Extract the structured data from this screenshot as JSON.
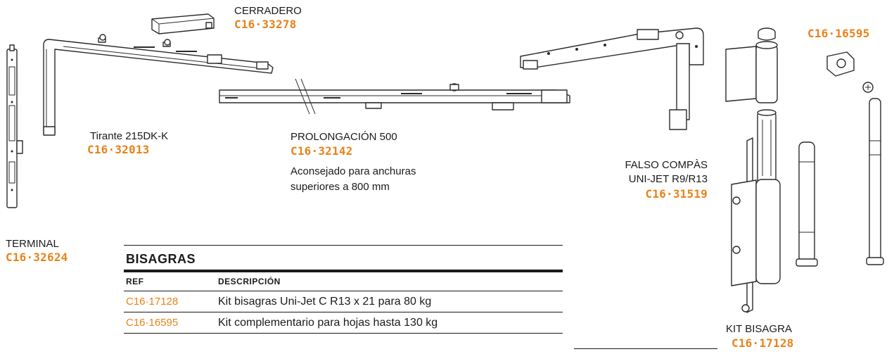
{
  "labels": {
    "cerradero": {
      "name": "CERRADERO",
      "code": "C16·33278"
    },
    "tirante": {
      "name": "Tirante 215DK-K",
      "code": "C16·32013"
    },
    "prolongacion": {
      "name": "PROLONGACIÓN 500",
      "code": "C16·32142",
      "note1": "Aconsejado para anchuras",
      "note2": "superiores a 800 mm"
    },
    "falso_compas": {
      "name1": "FALSO COMPÀS",
      "name2": "UNI-JET R9/R13",
      "code": "C16·31519"
    },
    "terminal": {
      "name": "TERMINAL",
      "code": "C16·32624"
    },
    "kit_complementario": {
      "code": "C16·16595"
    },
    "kit_bisagra": {
      "name": "KIT BISAGRA",
      "code": "C16·17128"
    }
  },
  "table": {
    "title": "BISAGRAS",
    "headers": {
      "ref": "REF",
      "desc": "DESCRIPCIÓN"
    },
    "rows": [
      {
        "ref": "C16·17128",
        "desc": "Kit bisagras Uni-Jet C R13 x 21 para 80 kg"
      },
      {
        "ref": "C16·16595",
        "desc": "Kit complementario para hojas hasta 130 kg"
      }
    ]
  },
  "colors": {
    "accent": "#e8821a",
    "text": "#1a1a1a",
    "line": "#2a2a2a"
  }
}
